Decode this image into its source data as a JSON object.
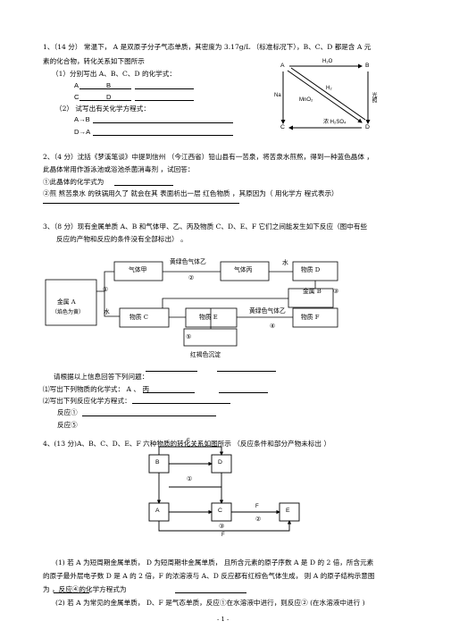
{
  "q1": {
    "l1": "1、（14 分）  常温下，  A 是双原子分子气态单质，其密度为   3.17g/L  （标准标况下），B、C、D 都是含  A 元",
    "l2": "素的化合物，转化关系如下图所示",
    "l3": "（1）分别写出   A、B、C、D 的化学式：",
    "a": "A",
    "b": "B",
    "c": "C",
    "d": "D",
    "l4": "（2）  试写出有关化学方程式：",
    "eq1": "A→B",
    "eq2": "D→A",
    "diagram": {
      "h2o": "H₂O",
      "h2": "H₂",
      "mno2": "MnO₂",
      "na": "Na",
      "light": "光照",
      "conc": "浓 H₂SO₄",
      "a": "A",
      "b": "B",
      "c": "C",
      "d": "D"
    }
  },
  "q2": {
    "l1": "2、（4 分）沈括《梦溪笔谈》中提到信州        （今江西省）铅山县有一苦泉，将苦泉水煎熬，得到一种蓝色晶体    ，",
    "l2": "此晶体常用作游泳池或浴池杀菌消毒剂      ，试回答：",
    "l3": "①此晶体的化学式为",
    "l4": "②煎  熬苦泉水  的铁锅用久了     就会在其   表面析出一层     红色物质   ，其原因为（     用化学方   程式表示）"
  },
  "q3": {
    "l1": "3、（8 分）现有金属单质    A、B 和气体甲、乙、丙及物质     C、D、E、F 它们之间能发生如下反应（图中有些",
    "l2": "反应的产物和反应的条件没有全部标出）       。",
    "diagram": {
      "metal_a": "金属  A",
      "flame": "（焰色为黄）",
      "water": "水",
      "gas_jia": "气体甲",
      "yellow_green1": "黄绿色气体乙",
      "gas_bing": "气体丙",
      "water2": "水",
      "sub_d": "物质  D",
      "metal_b": "金属  B",
      "sub_c": "物质  C",
      "sub_e": "物质  E",
      "yellow_green2": "黄绿色气体乙",
      "sub_f": "物质  F",
      "n1": "①",
      "n2": "②",
      "n3": "③",
      "n4": "④",
      "n5": "⑤",
      "precipitate": "红褐色沉淀"
    },
    "l3": "请根据以上信息回答下列问题：",
    "l4": "⑴写出下列物质的化学式：       A                         、  丙",
    "l5": "⑵写出下列反应化学方程式：",
    "l6": "反应①",
    "l7": "反应⑤"
  },
  "q4": {
    "l1": "4、(13 分)A、B、C、D、E、F 六种物质的转化关系如图所示   （反应条件和部分产物未标出   ）",
    "diagram": {
      "a": "A",
      "b": "B",
      "c": "C",
      "d": "D",
      "e": "E",
      "f1": "F",
      "f2": "F",
      "f3": "F",
      "n1": "①",
      "n2": "②",
      "n3": "③"
    },
    "l2": "(1) 若 A 为短周期金属单质，    D 为短周期非金属单质，    且所含元素的原子序数     A 是 D 的 2 倍，所含元素",
    "l3": "的原子最外层电子数     D 是 A 的 2 倍，F 的浓溶液与    A、D 反应都有红棕色气体生成，     则 A 的原子结构示意图",
    "l4": "为           ，反应④的化学方程式为",
    "l5": "(2) 若 A 为常见的金属单质，    D、F 是气态单质，反应①在水溶液中进行，则反应②      (在水溶液中进行  )"
  },
  "footer": {
    "page": "- 1 -"
  }
}
